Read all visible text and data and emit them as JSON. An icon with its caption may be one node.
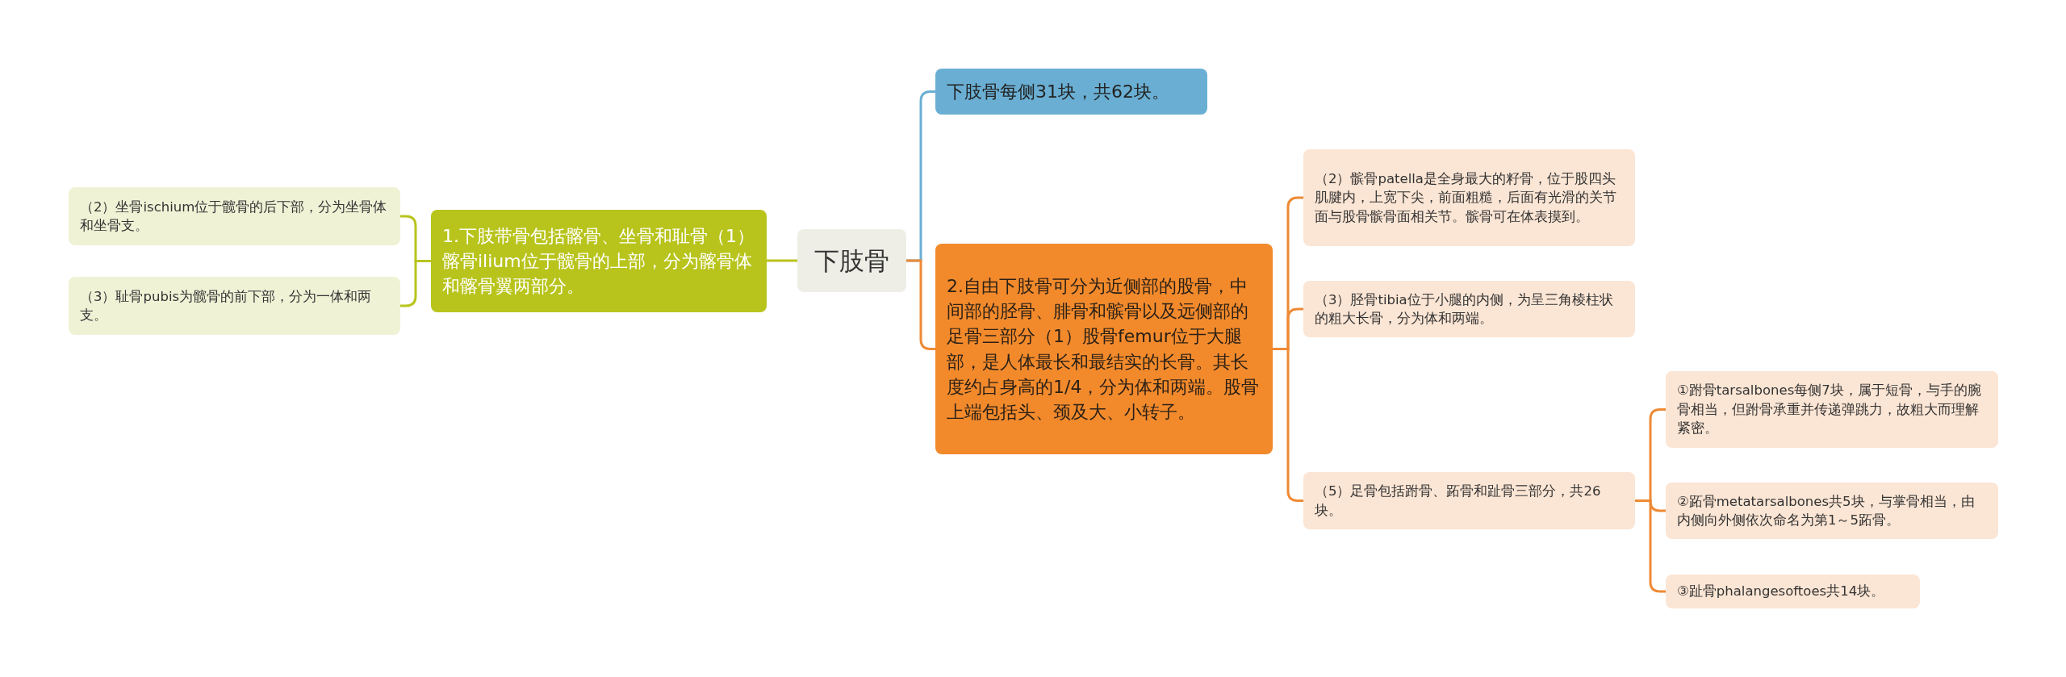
{
  "diagram": {
    "nodes": [
      {
        "text": [
          "下肢骨"
        ]
      },
      {
        "text": [
          "1.下肢带骨包括髂骨、坐骨和耻骨（1）髂骨ilium位于髋骨的上部，分为髂骨体和髂骨翼两部分。"
        ]
      },
      {
        "text": [
          "（2）坐骨ischium位于髋骨的后下部，分为坐骨体和坐骨支。"
        ]
      },
      {
        "text": [
          "（3）耻骨pubis为髋骨的前下部，分为一体和两支。"
        ]
      },
      {
        "text": [
          "下肢骨每侧31块，共62块。"
        ]
      },
      {
        "text": [
          "2.自由下肢骨可分为近侧部的股骨，中间部的胫骨、腓骨和髌骨以及远侧部的足骨三部分（1）股骨femur位于大腿部，是人体最长和最结实的长骨。其长度约占身高的1/4，分为体和两端。股骨上端包括头、颈及大、小转子。"
        ]
      },
      {
        "text": [
          "（2）髌骨patella是全身最大的籽骨，位于股四头肌腱内，上宽下尖，前面粗糙，后面有光滑的关节面与股骨髌骨面相关节。髌骨可在体表摸到。"
        ]
      },
      {
        "text": [
          "（3）胫骨tibia位于小腿的内侧，为呈三角棱柱状的粗大长骨，分为体和两端。"
        ]
      },
      {
        "text": [
          "（5）足骨包括跗骨、跖骨和趾骨三部分，共26块。"
        ]
      },
      {
        "text": [
          "①跗骨tarsalbones每侧7块，属于短骨，与手的腕骨相当，但跗骨承重并传递弹跳力，故粗大而理解紧密。"
        ]
      },
      {
        "text": [
          "②跖骨metatarsalbones共5块，与掌骨相当，由内侧向外侧依次命名为第1～5跖骨。"
        ]
      },
      {
        "text": [
          "③趾骨phalangesoftoes共14块。"
        ]
      }
    ],
    "edges": [
      {
        "from": 0,
        "to": 1,
        "arrow": "none",
        "color": "#b8c41c"
      },
      {
        "from": 1,
        "to": 2,
        "arrow": "none",
        "color": "#b8c41c"
      },
      {
        "from": 1,
        "to": 3,
        "arrow": "none",
        "color": "#b8c41c"
      },
      {
        "from": 0,
        "to": 4,
        "arrow": "none",
        "color": "#6aafd3"
      },
      {
        "from": 0,
        "to": 5,
        "arrow": "none"
      },
      {
        "from": 5,
        "to": 6,
        "arrow": "none"
      },
      {
        "from": 5,
        "to": 7,
        "arrow": "none"
      },
      {
        "from": 5,
        "to": 8,
        "arrow": "none"
      },
      {
        "from": 8,
        "to": 9,
        "arrow": "none"
      },
      {
        "from": 8,
        "to": 10,
        "arrow": "none"
      },
      {
        "from": 8,
        "to": 11,
        "arrow": "none"
      }
    ]
  }
}
